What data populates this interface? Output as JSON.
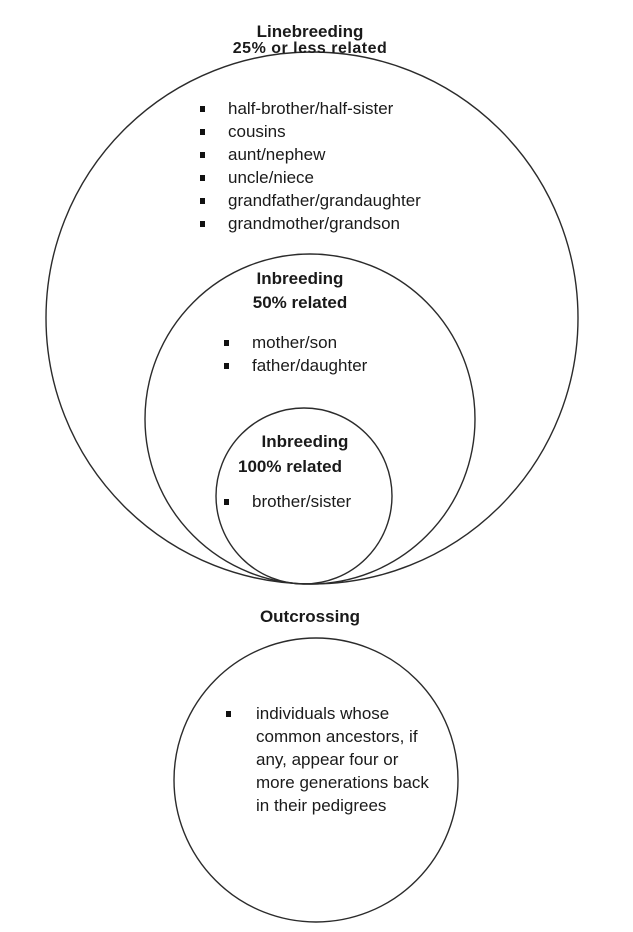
{
  "linebreeding": {
    "title": "Linebreeding",
    "subtitle": "25% or less related",
    "items": [
      "half-brother/half-sister",
      "cousins",
      "aunt/nephew",
      "uncle/niece",
      "grandfather/grandaughter",
      "grandmother/grandson"
    ]
  },
  "inbreeding_50": {
    "title": "Inbreeding",
    "subtitle": "50% related",
    "items": [
      "mother/son",
      "father/daughter"
    ]
  },
  "inbreeding_100": {
    "title": "Inbreeding",
    "subtitle": "100% related",
    "items": [
      "brother/sister"
    ]
  },
  "outcrossing": {
    "title": "Outcrossing",
    "description": "individuals whose common ancestors, if any, appear four or more generations back in their pedigrees"
  },
  "colors": {
    "stroke": "#2b2b2b",
    "text": "#1a1a1a",
    "background": "#ffffff"
  }
}
